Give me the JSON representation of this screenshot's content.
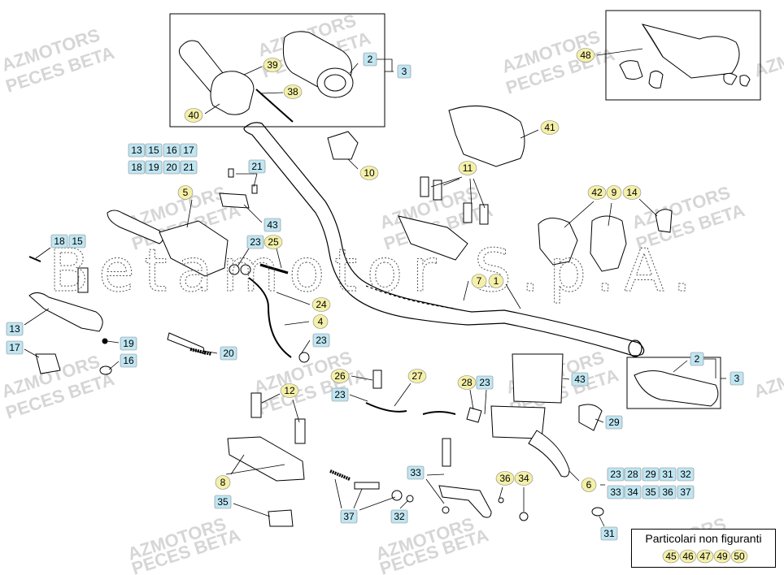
{
  "watermark": {
    "brand_line1": "AZMOTORS",
    "brand_line2": "PECES BETA",
    "copyright": "Betamotor S.p.A."
  },
  "callouts": [
    {
      "id": "c2a",
      "text": "2",
      "style": "blue"
    },
    {
      "id": "c3a",
      "text": "3",
      "style": "blue"
    },
    {
      "id": "c39",
      "text": "39",
      "style": "yellow"
    },
    {
      "id": "c38",
      "text": "38",
      "style": "yellow"
    },
    {
      "id": "c40",
      "text": "40",
      "style": "yellow"
    },
    {
      "id": "c48",
      "text": "48",
      "style": "yellow"
    },
    {
      "id": "c41",
      "text": "41",
      "style": "yellow"
    },
    {
      "id": "c10",
      "text": "10",
      "style": "yellow"
    },
    {
      "id": "c11",
      "text": "11",
      "style": "yellow"
    },
    {
      "id": "c13a",
      "text": "13",
      "style": "blue"
    },
    {
      "id": "c15a",
      "text": "15",
      "style": "blue"
    },
    {
      "id": "c16a",
      "text": "16",
      "style": "blue"
    },
    {
      "id": "c17a",
      "text": "17",
      "style": "blue"
    },
    {
      "id": "c18a",
      "text": "18",
      "style": "blue"
    },
    {
      "id": "c19a",
      "text": "19",
      "style": "blue"
    },
    {
      "id": "c20a",
      "text": "20",
      "style": "blue"
    },
    {
      "id": "c21a",
      "text": "21",
      "style": "blue"
    },
    {
      "id": "c21b",
      "text": "21",
      "style": "blue"
    },
    {
      "id": "c5",
      "text": "5",
      "style": "yellow"
    },
    {
      "id": "c42",
      "text": "42",
      "style": "yellow"
    },
    {
      "id": "c9",
      "text": "9",
      "style": "yellow"
    },
    {
      "id": "c14",
      "text": "14",
      "style": "yellow"
    },
    {
      "id": "c43a",
      "text": "43",
      "style": "blue"
    },
    {
      "id": "c18b",
      "text": "18",
      "style": "blue"
    },
    {
      "id": "c15b",
      "text": "15",
      "style": "blue"
    },
    {
      "id": "c23a",
      "text": "23",
      "style": "blue"
    },
    {
      "id": "c25",
      "text": "25",
      "style": "yellow"
    },
    {
      "id": "c7",
      "text": "7",
      "style": "yellow"
    },
    {
      "id": "c1",
      "text": "1",
      "style": "yellow"
    },
    {
      "id": "c24",
      "text": "24",
      "style": "yellow"
    },
    {
      "id": "c4",
      "text": "4",
      "style": "yellow"
    },
    {
      "id": "c23b",
      "text": "23",
      "style": "blue"
    },
    {
      "id": "c13b",
      "text": "13",
      "style": "blue"
    },
    {
      "id": "c19b",
      "text": "19",
      "style": "blue"
    },
    {
      "id": "c17b",
      "text": "17",
      "style": "blue"
    },
    {
      "id": "c16b",
      "text": "16",
      "style": "blue"
    },
    {
      "id": "c20b",
      "text": "20",
      "style": "blue"
    },
    {
      "id": "c2b",
      "text": "2",
      "style": "blue"
    },
    {
      "id": "c3b",
      "text": "3",
      "style": "blue"
    },
    {
      "id": "c43b",
      "text": "43",
      "style": "blue"
    },
    {
      "id": "c26",
      "text": "26",
      "style": "yellow"
    },
    {
      "id": "c27",
      "text": "27",
      "style": "yellow"
    },
    {
      "id": "c28",
      "text": "28",
      "style": "yellow"
    },
    {
      "id": "c23c",
      "text": "23",
      "style": "blue"
    },
    {
      "id": "c23d",
      "text": "23",
      "style": "blue"
    },
    {
      "id": "c12",
      "text": "12",
      "style": "yellow"
    },
    {
      "id": "c29",
      "text": "29",
      "style": "blue"
    },
    {
      "id": "c8",
      "text": "8",
      "style": "yellow"
    },
    {
      "id": "c6",
      "text": "6",
      "style": "yellow"
    },
    {
      "id": "c33a",
      "text": "33",
      "style": "blue"
    },
    {
      "id": "c36a",
      "text": "36",
      "style": "yellow"
    },
    {
      "id": "c34a",
      "text": "34",
      "style": "yellow"
    },
    {
      "id": "c35a",
      "text": "35",
      "style": "blue"
    },
    {
      "id": "c37a",
      "text": "37",
      "style": "blue"
    },
    {
      "id": "c32a",
      "text": "32",
      "style": "blue"
    },
    {
      "id": "c31a",
      "text": "31",
      "style": "blue"
    },
    {
      "id": "t23",
      "text": "23",
      "style": "blue"
    },
    {
      "id": "t28",
      "text": "28",
      "style": "blue"
    },
    {
      "id": "t29",
      "text": "29",
      "style": "blue"
    },
    {
      "id": "t31",
      "text": "31",
      "style": "blue"
    },
    {
      "id": "t32",
      "text": "32",
      "style": "blue"
    },
    {
      "id": "t33",
      "text": "33",
      "style": "blue"
    },
    {
      "id": "t34",
      "text": "34",
      "style": "blue"
    },
    {
      "id": "t35",
      "text": "35",
      "style": "blue"
    },
    {
      "id": "t36",
      "text": "36",
      "style": "blue"
    },
    {
      "id": "t37",
      "text": "37",
      "style": "blue"
    }
  ],
  "not_shown": {
    "title": "Particolari non figuranti",
    "items": [
      "45",
      "46",
      "47",
      "49",
      "50"
    ]
  },
  "colors": {
    "blue": "#bfe6f2",
    "yellow": "#f4f0a8",
    "line": "#000000",
    "watermark": "#d6d6d6"
  }
}
